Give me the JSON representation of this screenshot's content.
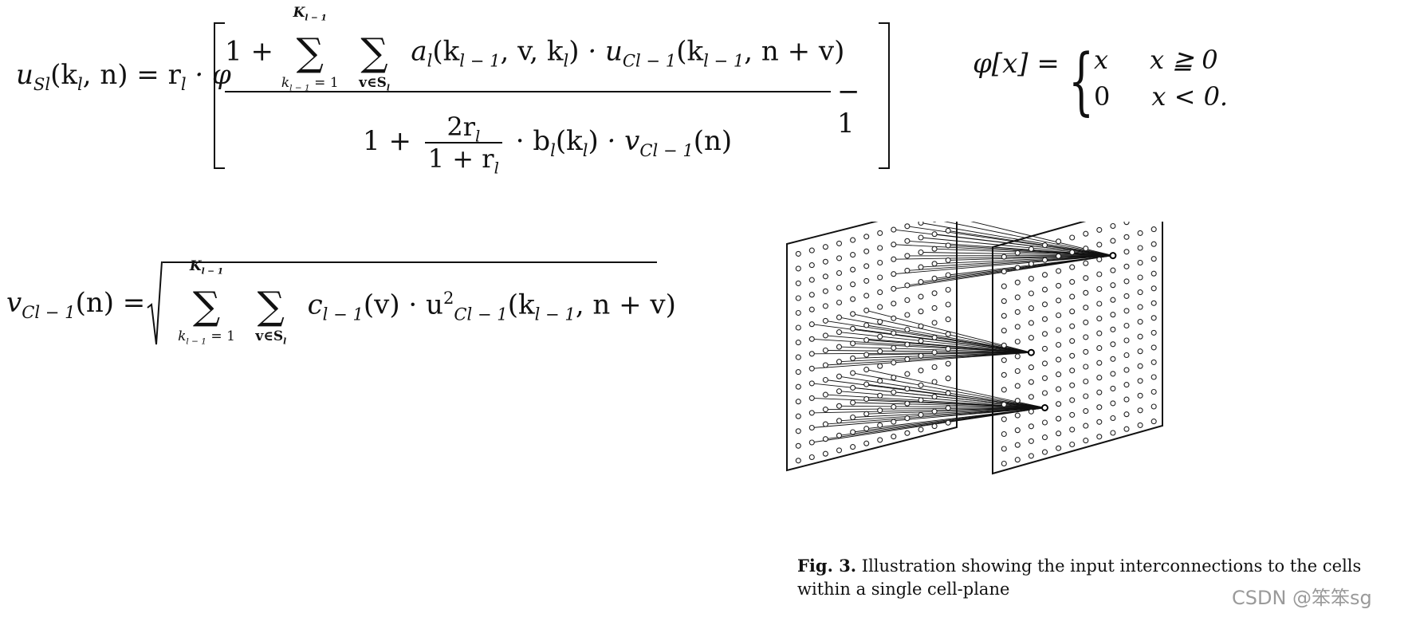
{
  "eq1": {
    "lhs": "u",
    "lhs_sub": "Sl",
    "lhs_args": "(k",
    "lhs_args_sub": "l",
    "lhs_args_tail": ", n) = r",
    "r_sub": "l",
    "phi": " · φ",
    "num_one": "1 +",
    "sum1_upper": "K",
    "sum1_upper_sub": "l − 1",
    "sum1_lower": "k",
    "sum1_lower_sub": "l − 1",
    "sum1_lower_tail": " = 1",
    "sum2_lower": "v∈S",
    "sum2_lower_sub": "l",
    "a": "a",
    "a_sub": "l",
    "a_args": "(k",
    "a_args_sub": "l − 1",
    "a_args_tail": ", v, k",
    "a_args_sub2": "l",
    "a_close": ")",
    "dot_u": " · u",
    "u_sub": "Cl − 1",
    "u_args": "(k",
    "u_args_sub": "l − 1",
    "u_args_tail": ", n + v)",
    "minus_one": "− 1",
    "den_one": "1 +",
    "frac_num": "2r",
    "frac_num_sub": "l",
    "frac_den": "1 + r",
    "frac_den_sub": "l",
    "den_b": "· b",
    "den_b_sub": "l",
    "den_b_args": "(k",
    "den_b_args_sub": "l",
    "den_b_close": ")",
    "den_v": " · v",
    "den_v_sub": "Cl − 1",
    "den_v_args": "(n)"
  },
  "phi_def": {
    "lhs": "φ[x] =",
    "case1_val": "x",
    "case1_cond": "x ≧ 0",
    "case2_val": "0",
    "case2_cond": "x < 0."
  },
  "eq2": {
    "lhs": "v",
    "lhs_sub": "Cl − 1",
    "lhs_args": "(n) =",
    "sum1_upper": "K",
    "sum1_upper_sub": "l − 1",
    "sum1_lower": "k",
    "sum1_lower_sub": "l − 1",
    "sum1_lower_tail": " = 1",
    "sum2_lower": "v∈S",
    "sum2_lower_sub": "l",
    "c": "c",
    "c_sub": "l − 1",
    "c_args": "(v) · u",
    "u_sup": "2",
    "u_sub": "Cl − 1",
    "u_args": "(k",
    "u_args_sub": "l − 1",
    "u_args_tail": ", n + v)"
  },
  "figure": {
    "caption_label": "Fig. 3.",
    "caption_text": " Illustration showing the input interconnections to the cells within a single cell-plane"
  },
  "watermark": "CSDN @笨笨sg"
}
